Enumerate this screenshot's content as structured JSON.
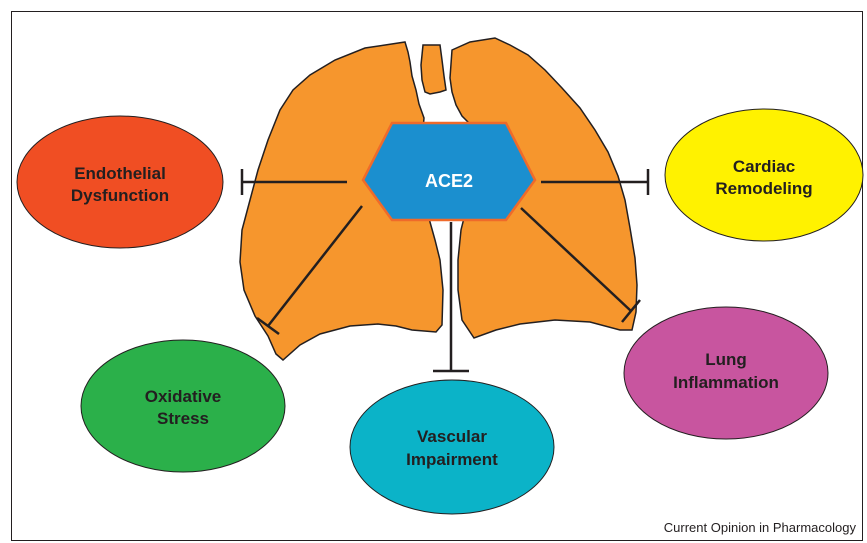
{
  "center": {
    "label": "ACE2",
    "fill": "#1b8fcf",
    "stroke": "#ef6a2a"
  },
  "lungs": {
    "fill": "#f6962d",
    "stroke": "#231f20"
  },
  "effects": {
    "endothelial": {
      "line1": "Endothelial",
      "line2": "Dysfunction",
      "fill": "#f04e23"
    },
    "cardiac": {
      "line1": "Cardiac",
      "line2": "Remodeling",
      "fill": "#fff200"
    },
    "oxidative": {
      "line1": "Oxidative",
      "line2": "Stress",
      "fill": "#2bb04a"
    },
    "vascular": {
      "line1": "Vascular",
      "line2": "Impairment",
      "fill": "#0bb3c8"
    },
    "lung": {
      "line1": "Lung",
      "line2": "Inflammation",
      "fill": "#c8559f"
    }
  },
  "credit": "Current Opinion in Pharmacology"
}
